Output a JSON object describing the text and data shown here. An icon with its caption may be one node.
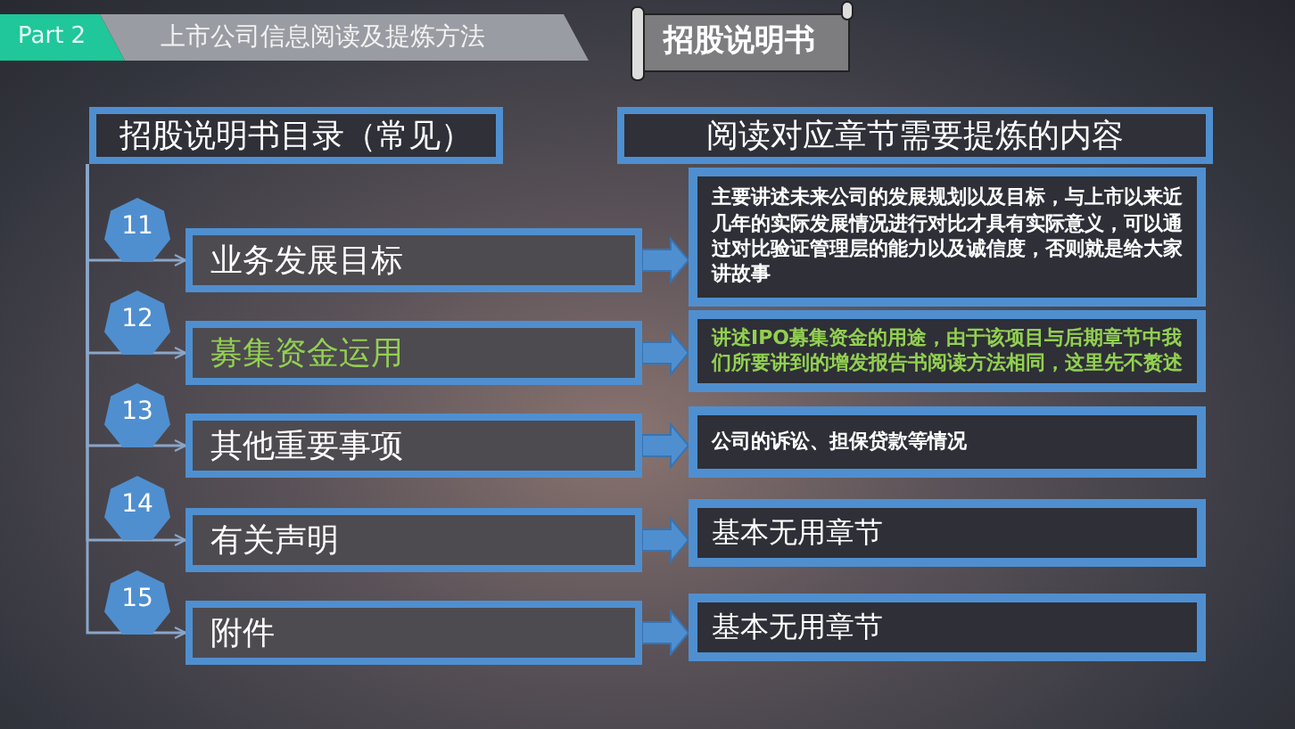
{
  "diagram": {
    "nodes": [
      {
        "text": [
          "招股说明书目录（常见）"
        ]
      },
      {
        "text": [
          "阅读对应章节需要提炼的内容"
        ]
      },
      {
        "text": [
          "11"
        ]
      },
      {
        "text": [
          "12"
        ]
      },
      {
        "text": [
          "13"
        ]
      },
      {
        "text": [
          "14"
        ]
      },
      {
        "text": [
          "15"
        ]
      },
      {
        "text": [
          "业务发展目标"
        ]
      },
      {
        "text": [
          "募集资金运用"
        ]
      },
      {
        "text": [
          "其他重要事项"
        ]
      },
      {
        "text": [
          "有关声明"
        ]
      },
      {
        "text": [
          "附件"
        ]
      },
      {
        "text": [
          "主要讲述未来公司的发展规划以及目标，与上市以来近几年的实际发展情况进行对比才具有实际意义，可以通过对比验证管理层的能力以及诚信度，否则就是给大家讲故事"
        ]
      },
      {
        "text": [
          "讲述IPO募集资金的用途，由于该项目与后期章节中我们所要讲到的增发报告书阅读方法相同，这里先不赘述"
        ]
      },
      {
        "text": [
          "公司的诉讼、担保贷款等情况"
        ]
      },
      {
        "text": [
          "基本无用章节"
        ]
      },
      {
        "text": [
          "基本无用章节"
        ]
      }
    ],
    "edges": [
      {
        "from": 0,
        "to": 7,
        "arrow": "to"
      },
      {
        "from": 0,
        "to": 8,
        "arrow": "to"
      },
      {
        "from": 0,
        "to": 9,
        "arrow": "to"
      },
      {
        "from": 0,
        "to": 10,
        "arrow": "to"
      },
      {
        "from": 0,
        "to": 11,
        "arrow": "to"
      },
      {
        "from": 7,
        "to": 12,
        "arrow": "to",
        "style": "thick"
      },
      {
        "from": 8,
        "to": 13,
        "arrow": "to",
        "style": "thick"
      },
      {
        "from": 9,
        "to": 14,
        "arrow": "to",
        "style": "thick"
      },
      {
        "from": 10,
        "to": 15,
        "arrow": "to",
        "style": "thick"
      },
      {
        "from": 11,
        "to": 16,
        "arrow": "to",
        "style": "thick"
      }
    ],
    "labels": [
      "Part 2",
      "上市公司信息阅读及提炼方法",
      "招股说明书"
    ]
  }
}
